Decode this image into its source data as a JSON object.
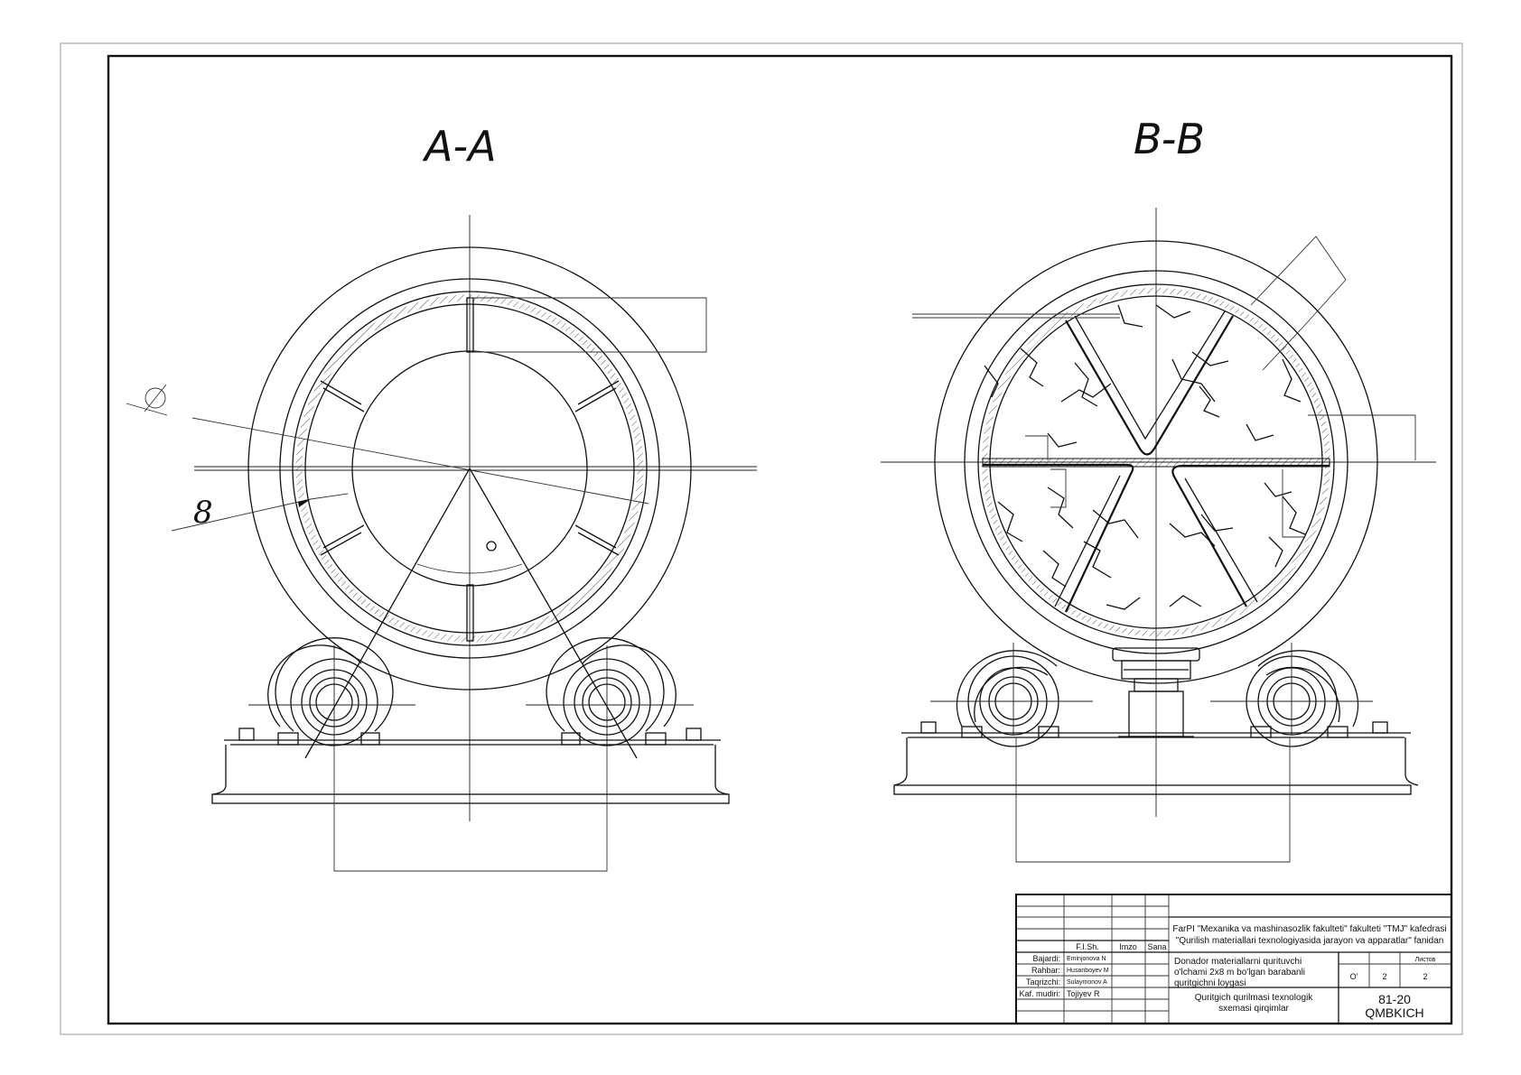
{
  "views": {
    "left_label": "A-A",
    "right_label": "B-B"
  },
  "dimensions": {
    "thickness": "8",
    "diameter_symbol": "⌀"
  },
  "title_block": {
    "org_line1": "FarPI \"Mexanika va mashinasozlik fakulteti\" fakulteti \"TMJ\" kafedrasi",
    "org_line2": "\"Qurilish materiallari texnologiyasida jarayon va apparatlar\" fanidan",
    "col_fish": "F.I.Sh.",
    "col_imzo": "Imzo",
    "col_sana": "Sana",
    "roles": [
      "Bajardi:",
      "Rahbar:",
      "Taqrizchi:",
      "Kaf. mudiri:"
    ],
    "names": [
      "Eminjonova N",
      "Husanboyev M",
      "Sulaymonov A",
      "Tojiyev R"
    ],
    "project_line1": "Donador materiallarni qurituvchi",
    "project_line2": "o'lchami 2x8 m bo'lgan barabanli",
    "project_line3": "quritgichni loygasi",
    "sheet_header": "Листов",
    "stage": "O'",
    "sheet_no": "2",
    "sheets_total": "2",
    "drawing_line1": "Quritgich qurilmasi texnologik",
    "drawing_line2": "sxemasi  qirqimlar",
    "code_line1": "81-20",
    "code_line2": "QMBKICH"
  }
}
